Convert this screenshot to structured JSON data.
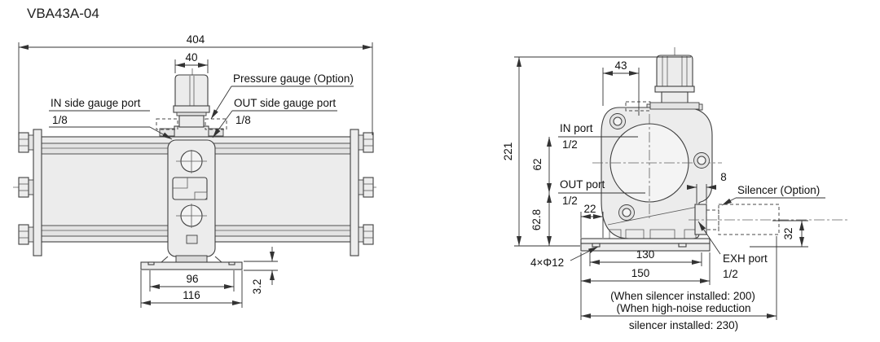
{
  "title": "VBA43A-04",
  "front_view": {
    "dim_overall_width": "404",
    "dim_knob_width": "40",
    "dim_foot_hole_span": "96",
    "dim_foot_width": "116",
    "dim_foot_thickness": "3.2",
    "label_pressure_gauge": "Pressure gauge (Option)",
    "label_in_gauge_port": "IN side gauge port",
    "label_in_gauge_size": "1/8",
    "label_out_gauge_port": "OUT side gauge port",
    "label_out_gauge_size": "1/8"
  },
  "side_view": {
    "dim_overall_height": "221",
    "dim_knob_center": "43",
    "dim_port_spacing": "62",
    "dim_out_to_base": "62.8",
    "dim_base_edge_offset": "22",
    "dim_exh_protrusion": "8",
    "dim_silencer_height": "32",
    "dim_hole_pitch": "130",
    "dim_base_width": "150",
    "label_in_port": "IN port",
    "label_in_port_size": "1/2",
    "label_out_port": "OUT port",
    "label_out_port_size": "1/2",
    "label_exh_port": "EXH port",
    "label_exh_port_size": "1/2",
    "label_silencer": "Silencer (Option)",
    "label_mount_holes": "4×Φ12",
    "note_silencer": "(When silencer installed: 200)",
    "note_high_noise_line1": "(When high-noise reduction",
    "note_high_noise_line2": "silencer installed: 230)"
  }
}
